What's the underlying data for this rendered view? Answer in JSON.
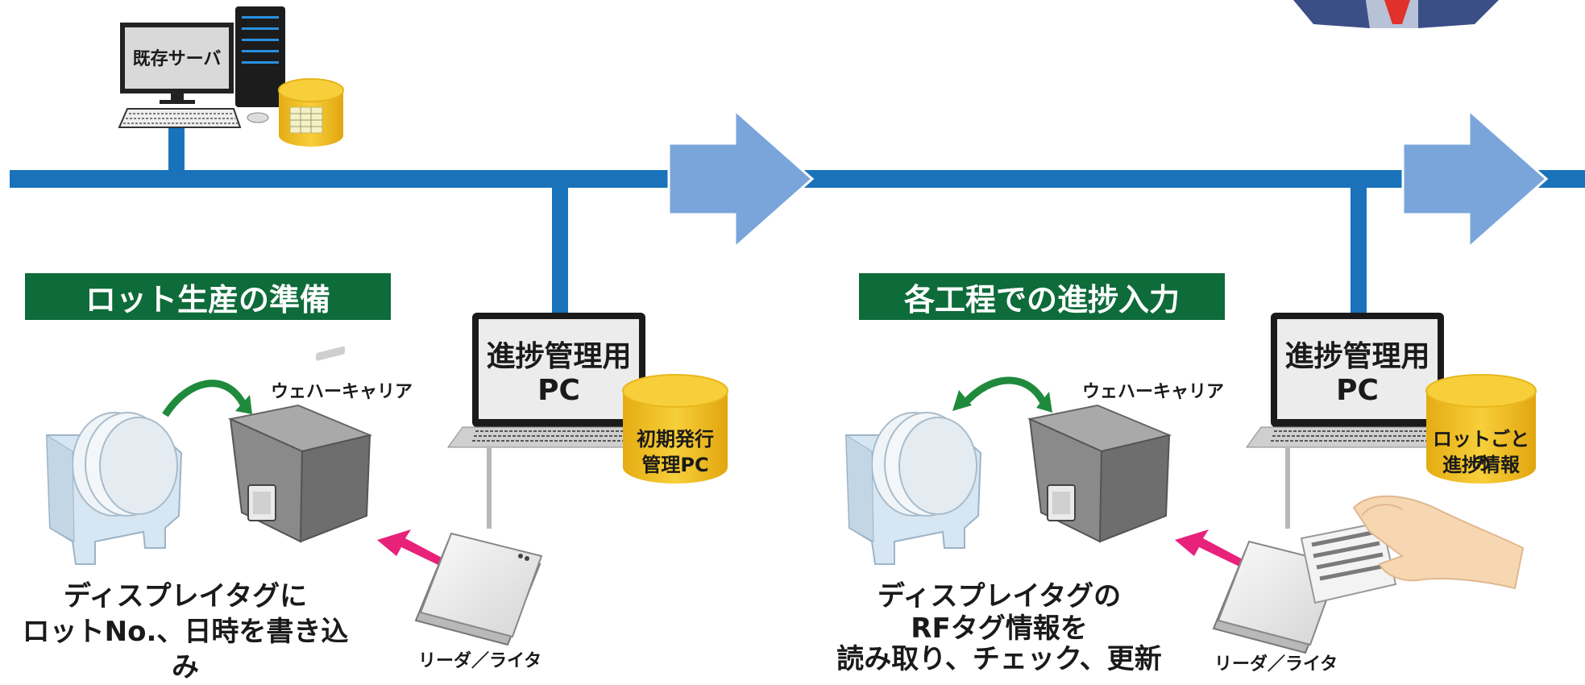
{
  "server": {
    "label": "既存サーバ"
  },
  "stage1": {
    "header": "ロット生産の準備",
    "pc_screen_line1": "進捗管理用",
    "pc_screen_line2": "PC",
    "db_line1": "初期発行",
    "db_line2": "管理PC",
    "carrier_label": "ウェハーキャリア",
    "caption_line1": "ディスプレイタグに",
    "caption_line2": "ロットNo.、日時を書き込み",
    "reader_label": "リーダ／ライタ"
  },
  "stage2": {
    "header": "各工程での進捗入力",
    "pc_screen_line1": "進捗管理用",
    "pc_screen_line2": "PC",
    "db_line1": "ロットごとの",
    "db_line2": "進捗情報",
    "carrier_label": "ウェハーキャリア",
    "caption_line1": "ディスプレイタグの",
    "caption_line2": "RFタグ情報を",
    "caption_line3": "読み取り、チェック、更新",
    "reader_label": "リーダ／ライタ"
  },
  "colors": {
    "network_line": "#1a72bb",
    "flow_arrow": "#7aa5da",
    "header_bg": "#0e6b3a",
    "db_gold": "#f2c224",
    "pink_arrow": "#e8217a",
    "green_arrow": "#1f8a3c"
  }
}
